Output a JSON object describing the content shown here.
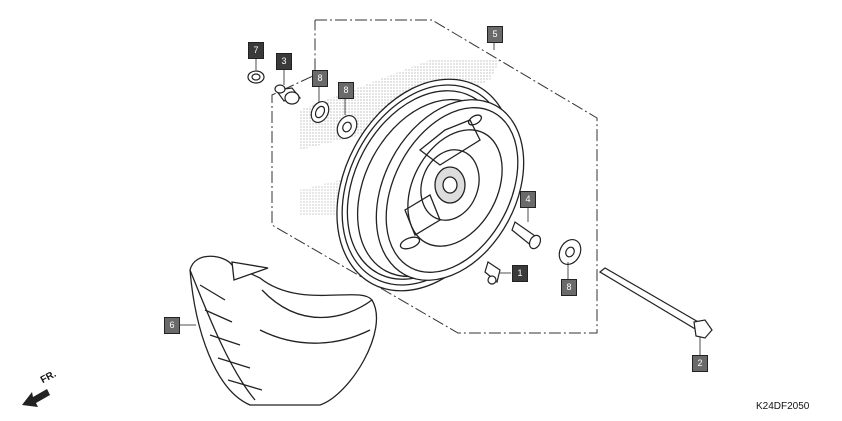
{
  "callouts": [
    {
      "id": "c7",
      "text": "7",
      "tone": "dark"
    },
    {
      "id": "c3",
      "text": "3",
      "tone": "dark"
    },
    {
      "id": "c8a",
      "text": "8",
      "tone": "light"
    },
    {
      "id": "c8b",
      "text": "8",
      "tone": "light"
    },
    {
      "id": "c5",
      "text": "5",
      "tone": "light"
    },
    {
      "id": "c4",
      "text": "4",
      "tone": "light"
    },
    {
      "id": "c1",
      "text": "1",
      "tone": "dark"
    },
    {
      "id": "c8c",
      "text": "8",
      "tone": "light"
    },
    {
      "id": "c6",
      "text": "6",
      "tone": "light"
    },
    {
      "id": "c2",
      "text": "2",
      "tone": "light"
    }
  ],
  "direction_label": "FR.",
  "diagram_code": "K24DF2050"
}
